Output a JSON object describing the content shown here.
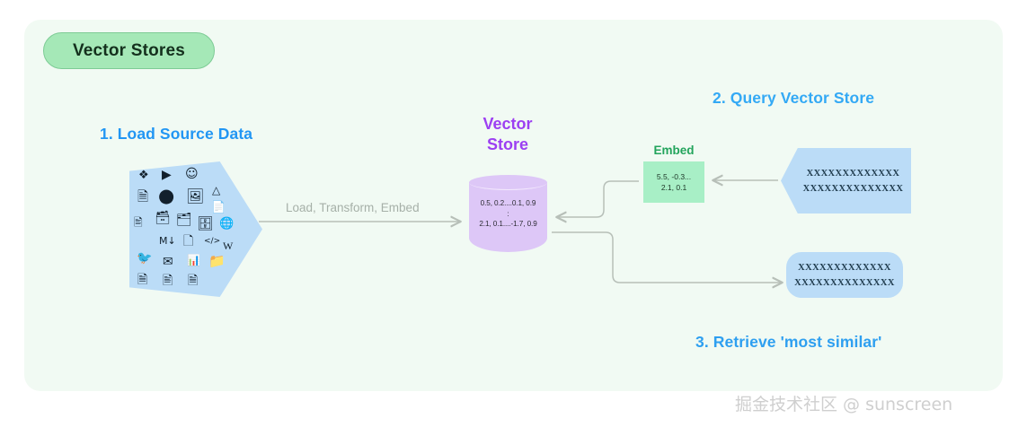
{
  "panel": {
    "badge_label": "Vector Stores",
    "background_color": "#f1faf3",
    "badge_color": "#a5e8b7"
  },
  "headings": {
    "step1": "1. Load Source Data",
    "step2": "2. Query Vector Store",
    "step3": "3. Retrieve 'most similar'",
    "color": "#2196f3"
  },
  "source_data": {
    "shape": "hexagon",
    "fill_color": "#bbdcf7",
    "icons": [
      "slack-icon",
      "youtube-icon",
      "discord-icon",
      "file-icon",
      "github-icon",
      "image-icon",
      "google-drive-icon",
      "document-icon",
      "database-icon",
      "notion-icon",
      "archive-icon",
      "csv-file-icon",
      "pdf-file-icon",
      "spreadsheet-icon",
      "text-file-icon",
      "globe-icon",
      "markdown-icon",
      "json-file-icon",
      "html-code-icon",
      "wikipedia-icon",
      "twitter-icon",
      "email-icon",
      "slides-icon",
      "folder-icon",
      "blank-file-icon",
      "list-file-icon",
      "page-file-icon"
    ]
  },
  "flow": {
    "load_label": "Load, Transform, Embed",
    "label_color": "#a6b0a8",
    "arrow_color": "#b7bfb8"
  },
  "vector_store": {
    "title_line1": "Vector",
    "title_line2": "Store",
    "title_color": "#9c3ff2",
    "fill_color": "#ddc7f7",
    "vectors": [
      "0.5, 0.2....0.1, 0.9",
      ":",
      "2.1, 0.1....-1.7, 0.9"
    ]
  },
  "embed": {
    "label": "Embed",
    "label_color": "#23a45c",
    "fill_color": "#a8efc6",
    "values_line1": "5.5, -0.3...",
    "values_line2": "2.1, 0.1"
  },
  "query": {
    "shape": "left-pointing-arrow",
    "fill_color": "#bbdcf7",
    "line1": "XXXXXXXXXXXXX",
    "line2": "XXXXXXXXXXXXXX"
  },
  "result": {
    "shape": "rounded-pill",
    "fill_color": "#bbdcf7",
    "line1": "XXXXXXXXXXXXX",
    "line2": "XXXXXXXXXXXXXX"
  },
  "watermark": {
    "text": "掘金技术社区 @ sunscreen"
  }
}
